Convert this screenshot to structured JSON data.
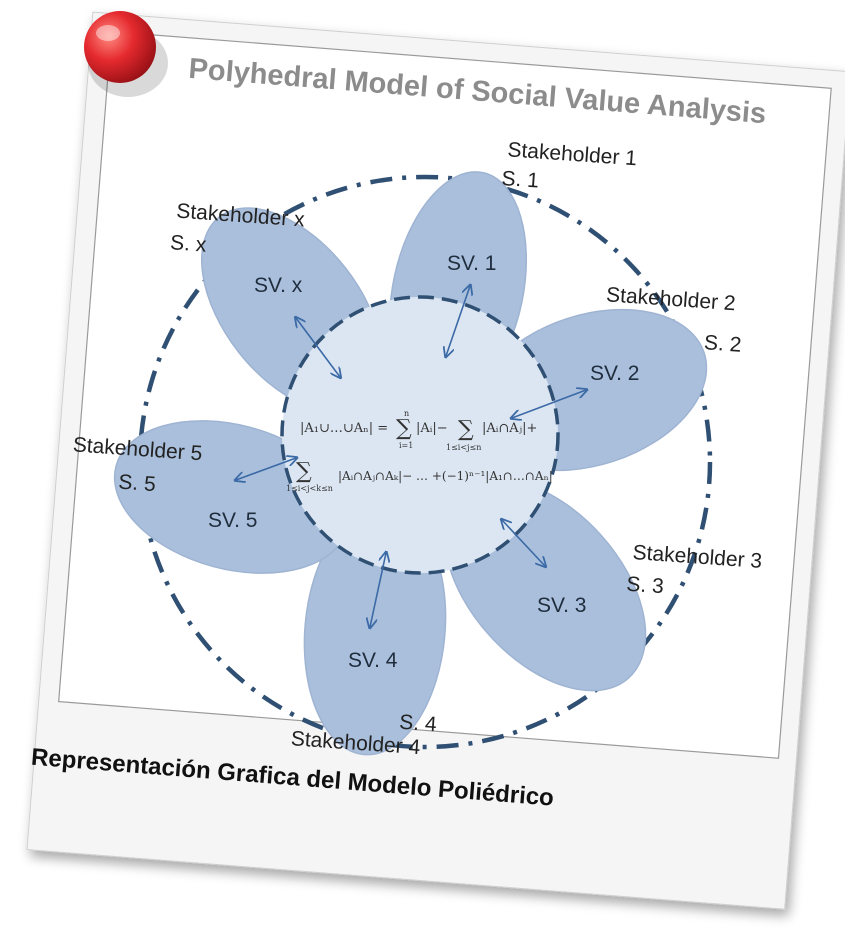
{
  "title": "Polyhedral Model of Social Value Analysis",
  "caption": "Representación Grafica del Modelo Poliédrico",
  "formula": {
    "line1_a": "|A₁∪…∪Aₙ| =",
    "line1_sum_top": "n",
    "line1_sum_bottom": "i=1",
    "line1_b": "|Aᵢ|−",
    "line1_sum2_bottom": "1≤i<j≤n",
    "line1_c": "|Aᵢ∩Aⱼ|+",
    "line2_sum_bottom": "1≤i<j<k≤n",
    "line2_b": "|Aᵢ∩Aⱼ∩Aₖ|− … +(−1)ⁿ⁻¹|A₁∩…∩Aₙ|"
  },
  "stakeholders": [
    {
      "id": "1",
      "name": "Stakeholder 1",
      "short": "S. 1",
      "value_label": "SV. 1"
    },
    {
      "id": "2",
      "name": "Stakeholder 2",
      "short": "S. 2",
      "value_label": "SV. 2"
    },
    {
      "id": "3",
      "name": "Stakeholder 3",
      "short": "S. 3",
      "value_label": "SV. 3"
    },
    {
      "id": "4",
      "name": "Stakeholder 4",
      "short": "S. 4",
      "value_label": "SV. 4"
    },
    {
      "id": "5",
      "name": "Stakeholder 5",
      "short": "S. 5",
      "value_label": "SV. 5"
    },
    {
      "id": "x",
      "name": "Stakeholder x",
      "short": "S. x",
      "value_label": "SV. x"
    }
  ],
  "colors": {
    "petal_fill": "#a9bfdc",
    "petal_stroke": "#9fb4d2",
    "center_fill": "#dce6f2",
    "dashed_line": "#2f4f73",
    "arrow": "#3b6aa6",
    "pin": "#d9202a",
    "title": "#8c8c8c"
  }
}
